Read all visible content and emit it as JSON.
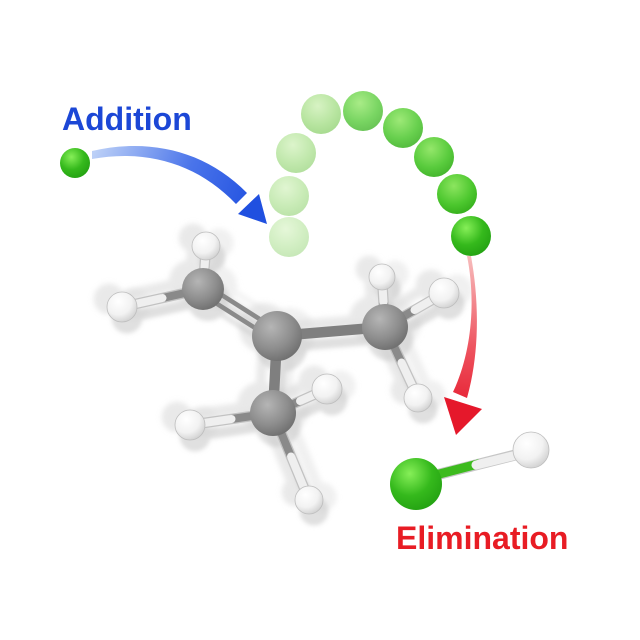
{
  "labels": {
    "addition": "Addition",
    "elimination": "Elimination"
  },
  "colors": {
    "addition_label": "#1c47d6",
    "elimination_label": "#e81c24",
    "arrow_blue": "#2b5be4",
    "arrow_red": "#e5182b",
    "halogen_green_bright": "#35b91c",
    "halogen_green_pale": "#a3dd85",
    "carbon_gray": "#8d8d8d",
    "hydrogen_white": "#f3f3f3",
    "background": "#ffffff"
  },
  "scene": {
    "trajectory_spheres": 9,
    "molecule_atoms": {
      "carbon": 4,
      "hydrogen": 8
    },
    "product_atoms": {
      "chlorine": 1,
      "hydrogen": 1
    }
  }
}
